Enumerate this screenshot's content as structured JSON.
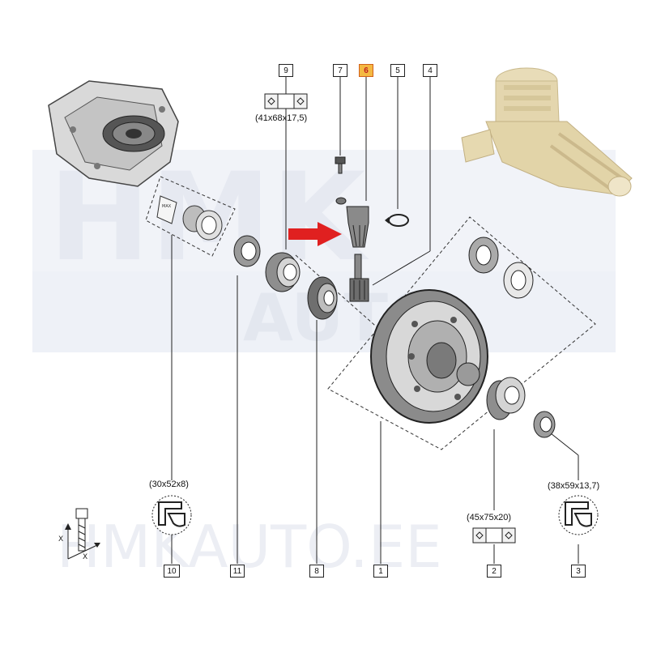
{
  "watermark": {
    "top": "HMK",
    "middle": "AUTO",
    "bottom": "HMKAUTO.EE"
  },
  "colors": {
    "line": "#222222",
    "part": "#6b6b6b",
    "highlight_fill": "#f4b942",
    "highlight_text": "#c02020",
    "arrow": "#e02020",
    "plastic": "#e8dcb8"
  },
  "callouts": [
    {
      "id": "9",
      "label": "9"
    },
    {
      "id": "7",
      "label": "7"
    },
    {
      "id": "6",
      "label": "6",
      "highlighted": true
    },
    {
      "id": "5",
      "label": "5"
    },
    {
      "id": "4",
      "label": "4"
    },
    {
      "id": "10",
      "label": "10"
    },
    {
      "id": "11",
      "label": "11"
    },
    {
      "id": "8",
      "label": "8"
    },
    {
      "id": "1",
      "label": "1"
    },
    {
      "id": "2",
      "label": "2"
    },
    {
      "id": "3",
      "label": "3"
    }
  ],
  "dimensions": {
    "d9": "(41x68x17,5)",
    "d10": "(30x52x8)",
    "d2": "(45x75x20)",
    "d3": "(38x59x13,7)"
  },
  "bolt_axis_labels": {
    "x1": "X",
    "x2": "X"
  }
}
